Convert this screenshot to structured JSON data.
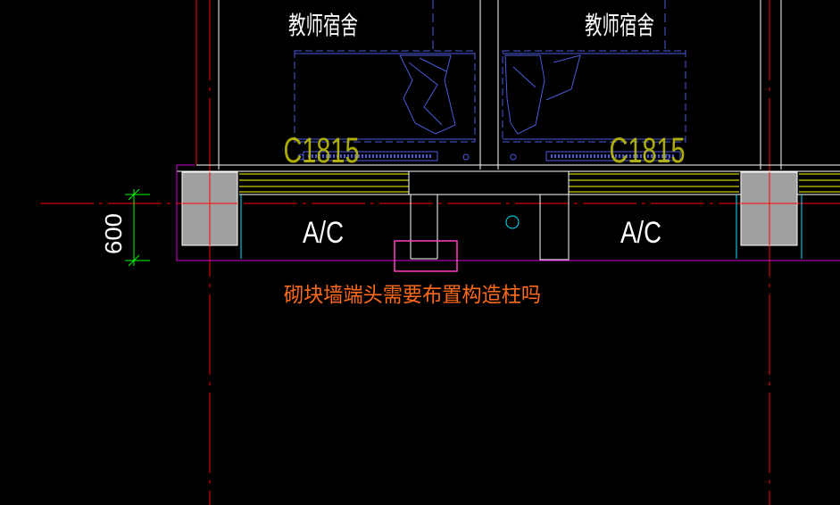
{
  "drawing": {
    "room_labels": [
      "教师宿舍",
      "教师宿舍"
    ],
    "window_codes": [
      "C1815",
      "C1815"
    ],
    "ac_labels": [
      "A/C",
      "A/C"
    ],
    "dimension_value": "600",
    "question_annotation": "砌块墙端头需要布置构造柱吗"
  },
  "colors": {
    "background": "#000000",
    "axis_line": "#ff0000",
    "wall_line": "#ffffff",
    "window_line": "#ffff00",
    "furniture": "#4a5ad8",
    "column_fill": "#a0a0a0",
    "slab_edge": "#ff00ff",
    "cyan_line": "#00e5ff",
    "dimension": "#00ff00",
    "highlight_box": "#ff3fbf",
    "question_text": "#ff6a1a"
  }
}
